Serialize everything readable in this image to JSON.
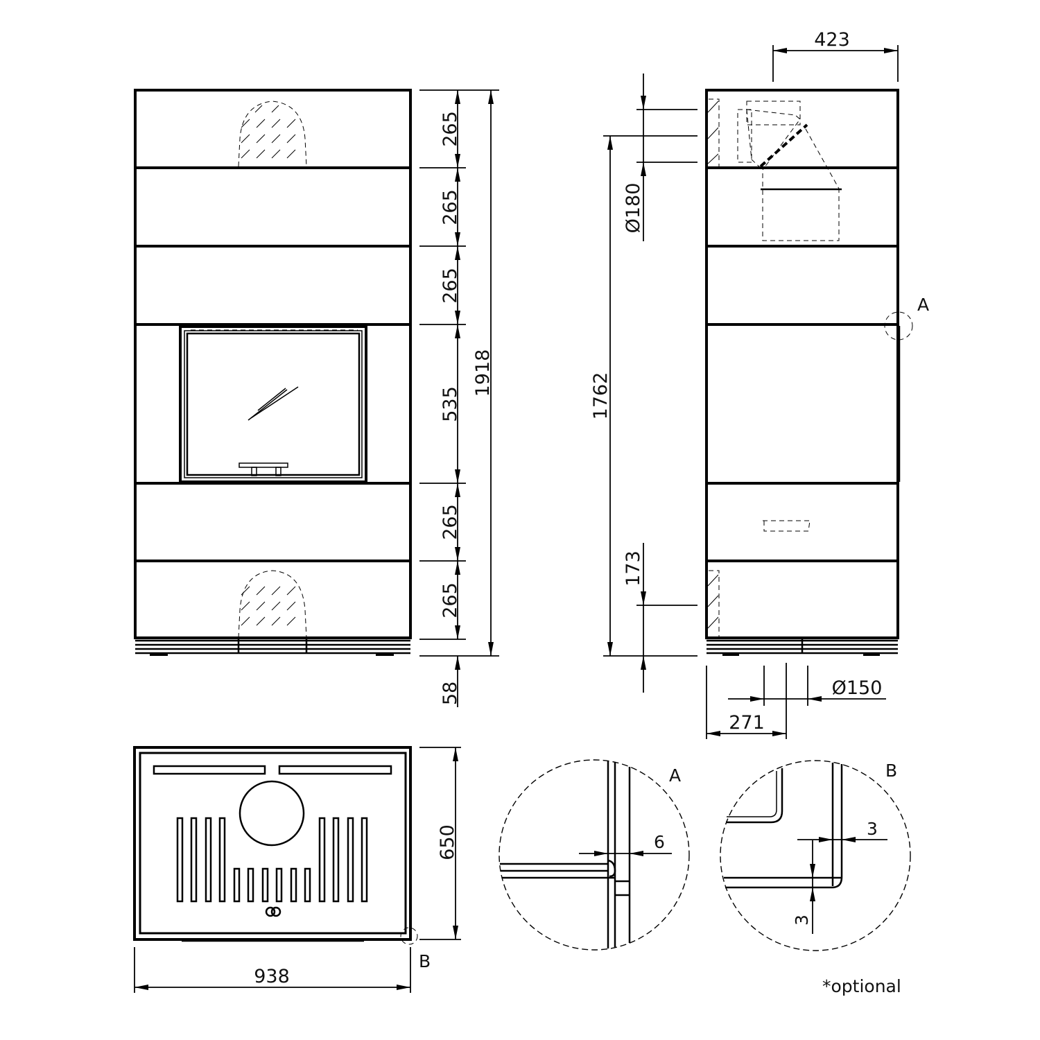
{
  "drawing": {
    "colors": {
      "line": "#000000",
      "background": "#ffffff"
    },
    "front_view": {
      "segment_heights": [
        "265",
        "265",
        "265",
        "535",
        "265",
        "265"
      ],
      "total_height": "1918",
      "foot_height": "58"
    },
    "side_view": {
      "depth": "423",
      "flue_top_diameter": "Ø180",
      "flue_top_height": "1762",
      "air_inlet_height": "173",
      "air_inlet_diameter": "Ø150",
      "air_inlet_offset": "271",
      "detail_marker": "A"
    },
    "top_view": {
      "width": "938",
      "depth": "650",
      "detail_marker": "B"
    },
    "detail_a": {
      "label": "A",
      "gap": "6"
    },
    "detail_b": {
      "label": "B",
      "gap_horizontal": "3",
      "gap_vertical": "3"
    },
    "footnote": "*optional"
  }
}
